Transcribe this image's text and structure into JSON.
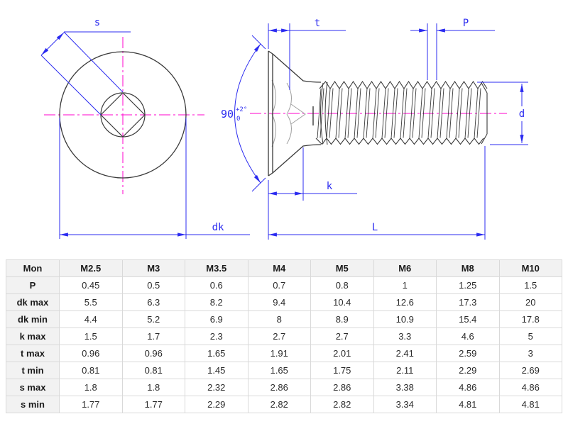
{
  "diagram": {
    "labels": {
      "s": "s",
      "dk": "dk",
      "t": "t",
      "p": "P",
      "d": "d",
      "k": "k",
      "L": "L",
      "angle": "90",
      "angle_tol_plus": "+2°",
      "angle_tol_minus": "0"
    },
    "colors": {
      "dimension_blue": "#2b2bf0",
      "centerline_magenta": "#ff00cc",
      "outline_dark": "#3a3a3a",
      "hidden_gray": "#a0a0a0"
    }
  },
  "table": {
    "header": [
      "Mon",
      "M2.5",
      "M3",
      "M3.5",
      "M4",
      "M5",
      "M6",
      "M8",
      "M10"
    ],
    "rows": [
      {
        "label": "P",
        "values": [
          "0.45",
          "0.5",
          "0.6",
          "0.7",
          "0.8",
          "1",
          "1.25",
          "1.5"
        ]
      },
      {
        "label": "dk max",
        "values": [
          "5.5",
          "6.3",
          "8.2",
          "9.4",
          "10.4",
          "12.6",
          "17.3",
          "20"
        ]
      },
      {
        "label": "dk min",
        "values": [
          "4.4",
          "5.2",
          "6.9",
          "8",
          "8.9",
          "10.9",
          "15.4",
          "17.8"
        ]
      },
      {
        "label": "k max",
        "values": [
          "1.5",
          "1.7",
          "2.3",
          "2.7",
          "2.7",
          "3.3",
          "4.6",
          "5"
        ]
      },
      {
        "label": "t max",
        "values": [
          "0.96",
          "0.96",
          "1.65",
          "1.91",
          "2.01",
          "2.41",
          "2.59",
          "3"
        ]
      },
      {
        "label": "t min",
        "values": [
          "0.81",
          "0.81",
          "1.45",
          "1.65",
          "1.75",
          "2.11",
          "2.29",
          "2.69"
        ]
      },
      {
        "label": "s max",
        "values": [
          "1.8",
          "1.8",
          "2.32",
          "2.86",
          "2.86",
          "3.38",
          "4.86",
          "4.86"
        ]
      },
      {
        "label": "s min",
        "values": [
          "1.77",
          "1.77",
          "2.29",
          "2.82",
          "2.82",
          "3.34",
          "4.81",
          "4.81"
        ]
      }
    ]
  }
}
